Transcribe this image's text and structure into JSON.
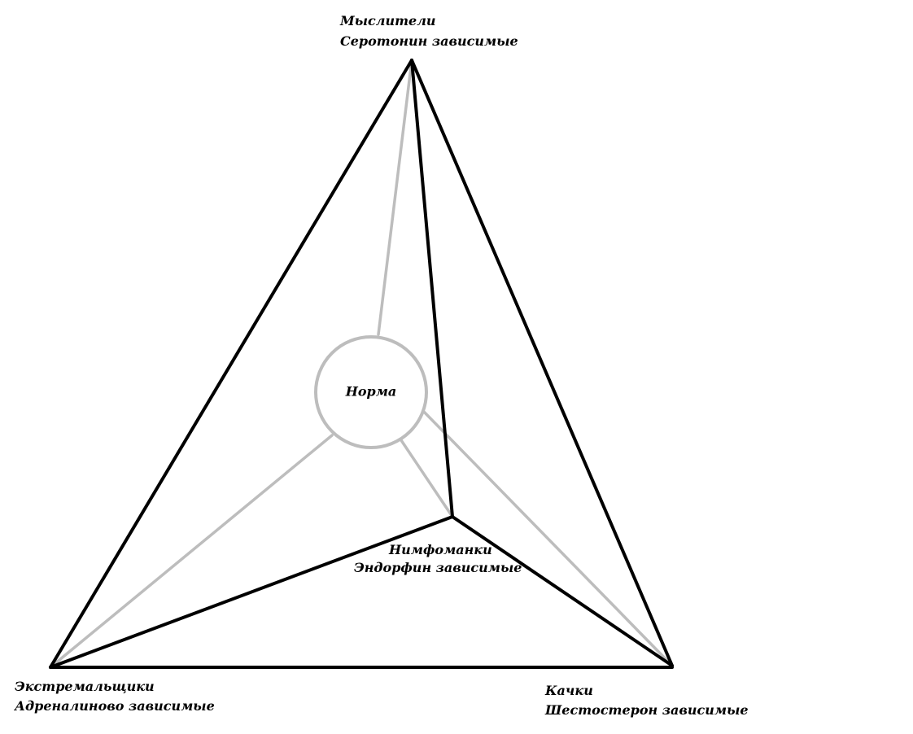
{
  "nodes": {
    "top": {
      "line1": "Мыслители",
      "line2": "Серотонин зависимые"
    },
    "bottom_left": {
      "line1": "Экстремальщики",
      "line2": "Адреналиново зависимые"
    },
    "bottom_right": {
      "line1": "Качки",
      "line2": "Шестостерон зависимые"
    },
    "inner": {
      "line1": "Нимфоманки",
      "line2": "Эндорфин зависимые"
    },
    "center": {
      "label": "Норма"
    }
  },
  "colors": {
    "outer_edges": "#000000",
    "center_links": "#bdbdbd",
    "background": "#ffffff"
  }
}
